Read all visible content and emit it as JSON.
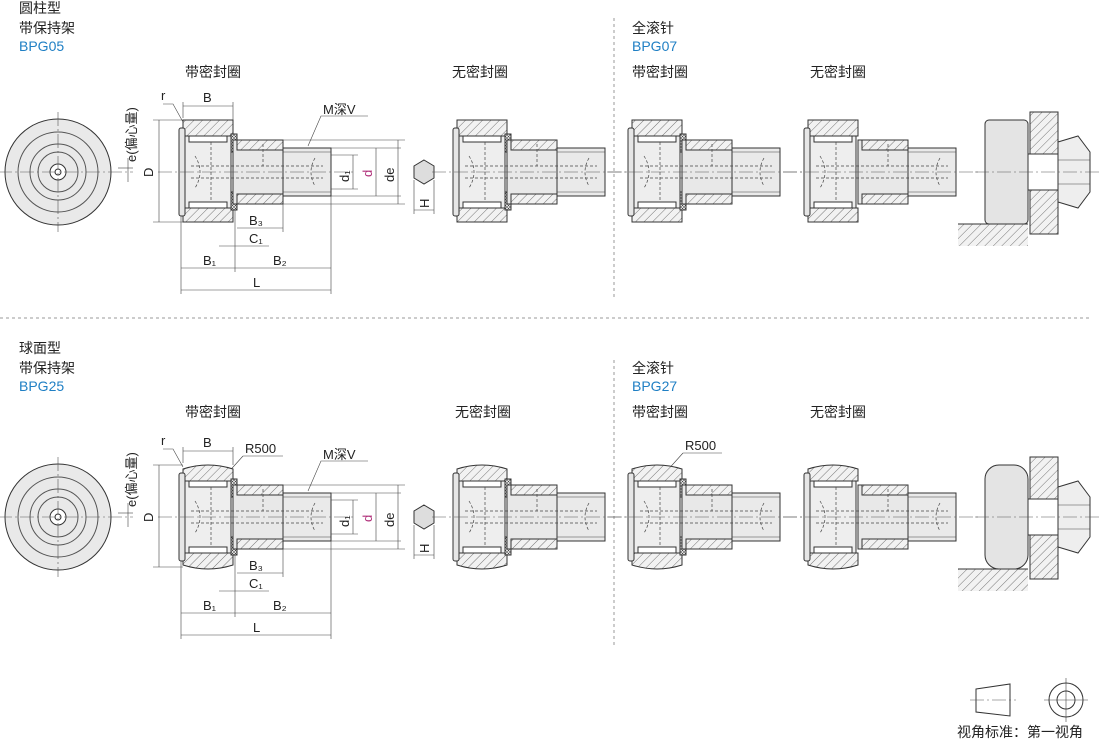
{
  "sections": [
    {
      "type_label": "圆柱型",
      "cage_label": "带保持架",
      "code_left": "BPG05",
      "full_roller_label": "全滚针",
      "code_right": "BPG07",
      "views": [
        "带密封圈",
        "无密封圈",
        "带密封圈",
        "无密封圈"
      ],
      "r500": null
    },
    {
      "type_label": "球面型",
      "cage_label": "带保持架",
      "code_left": "BPG25",
      "full_roller_label": "全滚针",
      "code_right": "BPG27",
      "views": [
        "带密封圈",
        "无密封圈",
        "带密封圈",
        "无密封圈"
      ],
      "r500": "R500"
    }
  ],
  "dims": {
    "r": "r",
    "B": "B",
    "M": "M深V",
    "D": "D",
    "e": "e(偏心量)",
    "d1": "d₁",
    "d": "d",
    "de": "de",
    "H": "H",
    "B3": "B₃",
    "C1": "C₁",
    "B1": "B₁",
    "B2": "B₂",
    "L": "L"
  },
  "colors": {
    "code": "#1f7fc4",
    "d_label": "#b0307a",
    "fill": "#e6e6e6"
  },
  "footer": {
    "projection_label": "视角标准：第一视角"
  }
}
